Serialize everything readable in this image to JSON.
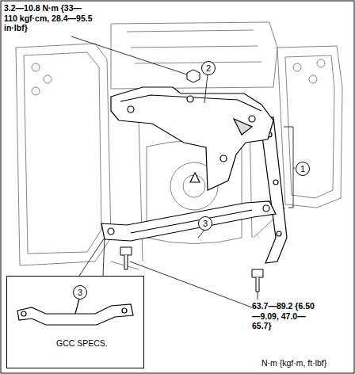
{
  "diagram": {
    "nodes": [
      {
        "text": [
          "GCC SPECS."
        ]
      }
    ],
    "labels": [
      "3.2—10.8 N·m {33—110 kgf·cm, 28.4—95.5 in·lbf}",
      "2",
      "1",
      "3",
      "3",
      "63.7—89.2 {6.50—9.09, 47.0—65.7}",
      "N·m {kgf·m, ft·lbf}"
    ]
  }
}
